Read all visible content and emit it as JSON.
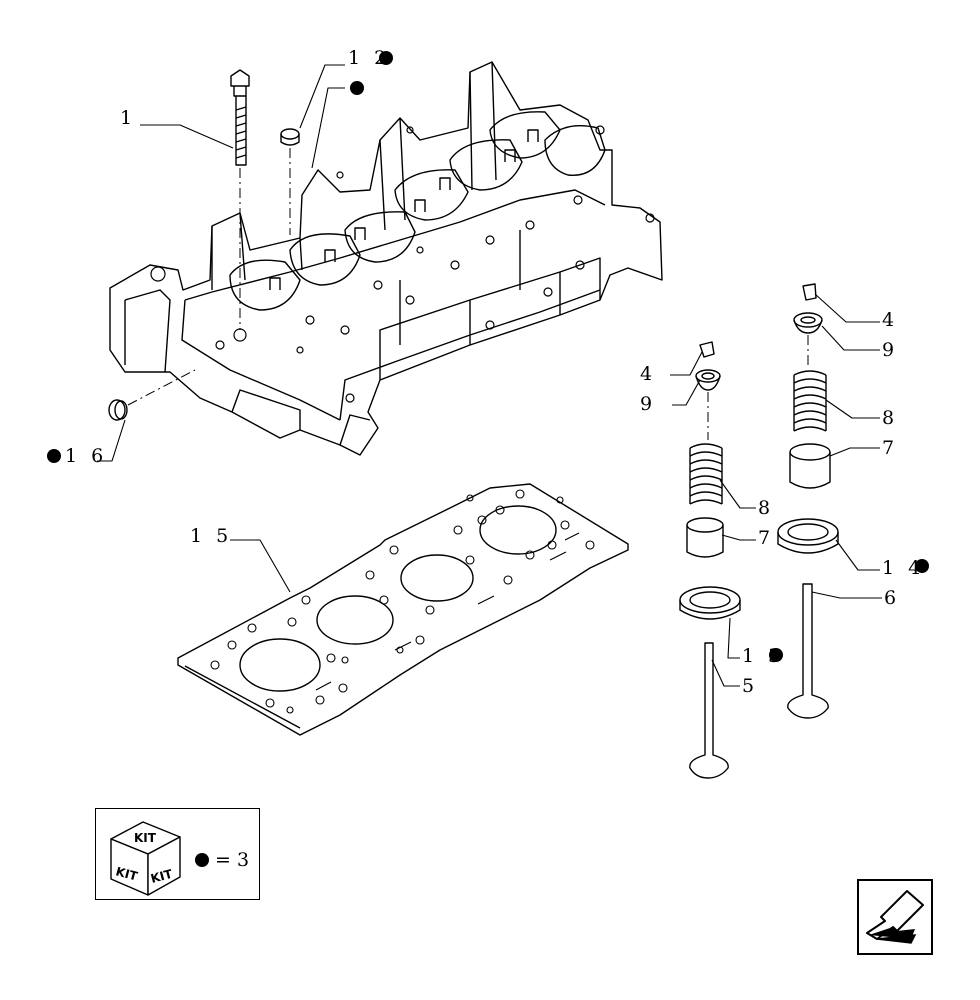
{
  "diagram": {
    "callouts": {
      "c1": "1",
      "c12": "1 2",
      "c16": "1 6",
      "c15": "1 5",
      "c4a": "4",
      "c9a": "9",
      "c8a": "8",
      "c7a": "7",
      "c13": "1 3",
      "c5": "5",
      "c4b": "4",
      "c9b": "9",
      "c8b": "8",
      "c7b": "7",
      "c14": "1 4",
      "c6": "6"
    }
  },
  "legend": {
    "kit_top": "KIT",
    "kit_left": "KIT",
    "kit_right": "KIT",
    "equals_text": "= 3"
  },
  "colors": {
    "ink": "#000000",
    "paper": "#ffffff"
  },
  "icons": {
    "nav": "arrow-back-icon",
    "kit": "kit-box-icon",
    "marker": "kit-dot-icon"
  }
}
